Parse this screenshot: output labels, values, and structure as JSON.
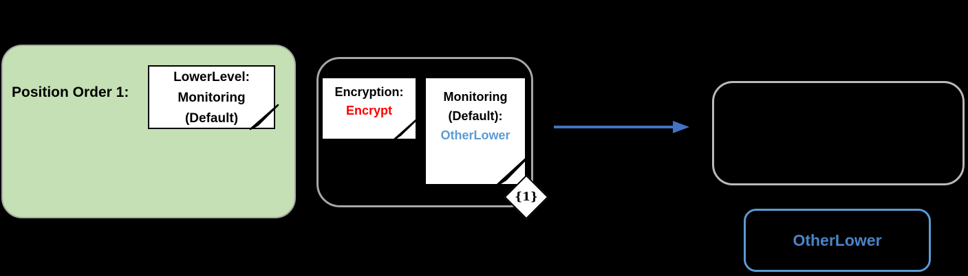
{
  "diagram": {
    "background_color": "#000000",
    "position_zone": {
      "label": "Position Order 1:",
      "fill_color": "#C5E0B4",
      "border_color": "#A6A6A6",
      "lowerlevel_note": {
        "line1": "LowerLevel:",
        "line2": "Monitoring",
        "line3": "(Default)"
      }
    },
    "policy_group": {
      "border_color": "#A6A6A6",
      "encryption_note": {
        "title": "Encryption:",
        "value": "Encrypt",
        "value_color": "#FF0000"
      },
      "monitoring_note": {
        "title_line1": "Monitoring",
        "title_line2": "(Default):",
        "value": "OtherLower",
        "value_color": "#5B9BD5"
      },
      "badge": {
        "label": "{1}"
      }
    },
    "arrow": {
      "color": "#4472C4"
    },
    "result_box": {
      "border_color": "#BCBAB8"
    },
    "otherlower_box": {
      "label": "OtherLower",
      "border_color": "#5B9BD5",
      "text_color": "#4A84C8"
    }
  }
}
